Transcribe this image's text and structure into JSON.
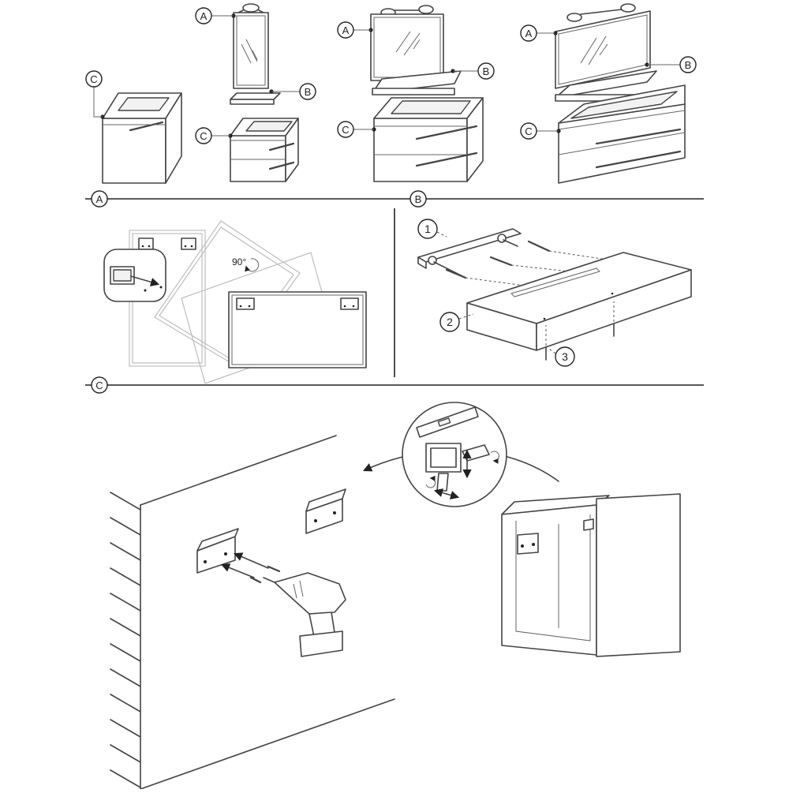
{
  "colors": {
    "line": "#444444",
    "background": "#ffffff",
    "accent": "#222222"
  },
  "labels": {
    "a": "A",
    "b": "B",
    "c": "C"
  },
  "rotation": "90°",
  "steps": {
    "s1": "1",
    "s2": "2",
    "s3": "3"
  },
  "icons": [
    "lamp-icon",
    "mirror-icon",
    "shelf-icon",
    "cabinet-icon",
    "drill-icon",
    "spirit-level-icon",
    "screw-icon",
    "arrow-icon"
  ]
}
